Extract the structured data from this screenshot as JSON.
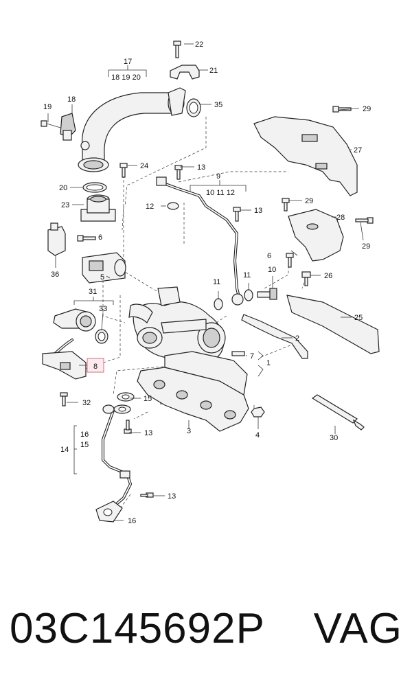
{
  "callouts": {
    "c1": "1",
    "c2": "2",
    "c3": "3",
    "c4": "4",
    "c5": "5",
    "c6a": "6",
    "c6b": "6",
    "c7": "7",
    "c8": "8",
    "c9": "9",
    "c9sub": "10 11 12",
    "c10": "10",
    "c11a": "11",
    "c11b": "11",
    "c12": "12",
    "c13a": "13",
    "c13b": "13",
    "c13c": "13",
    "c13d": "13",
    "c14": "14",
    "c15a": "15",
    "c15b": "15",
    "c16a": "16",
    "c16b": "16",
    "c17": "17",
    "c17sub": "18 19 20",
    "c18": "18",
    "c19": "19",
    "c20": "20",
    "c21": "21",
    "c22": "22",
    "c23": "23",
    "c24": "24",
    "c25": "25",
    "c26": "26",
    "c27": "27",
    "c28": "28",
    "c29a": "29",
    "c29b": "29",
    "c29c": "29",
    "c30": "30",
    "c31": "31",
    "c32": "32",
    "c33": "33",
    "c35": "35",
    "c36": "36"
  },
  "highlight_color": "#d66a7a",
  "footer": {
    "part_number": "03C145692P",
    "brand": "VAG"
  }
}
